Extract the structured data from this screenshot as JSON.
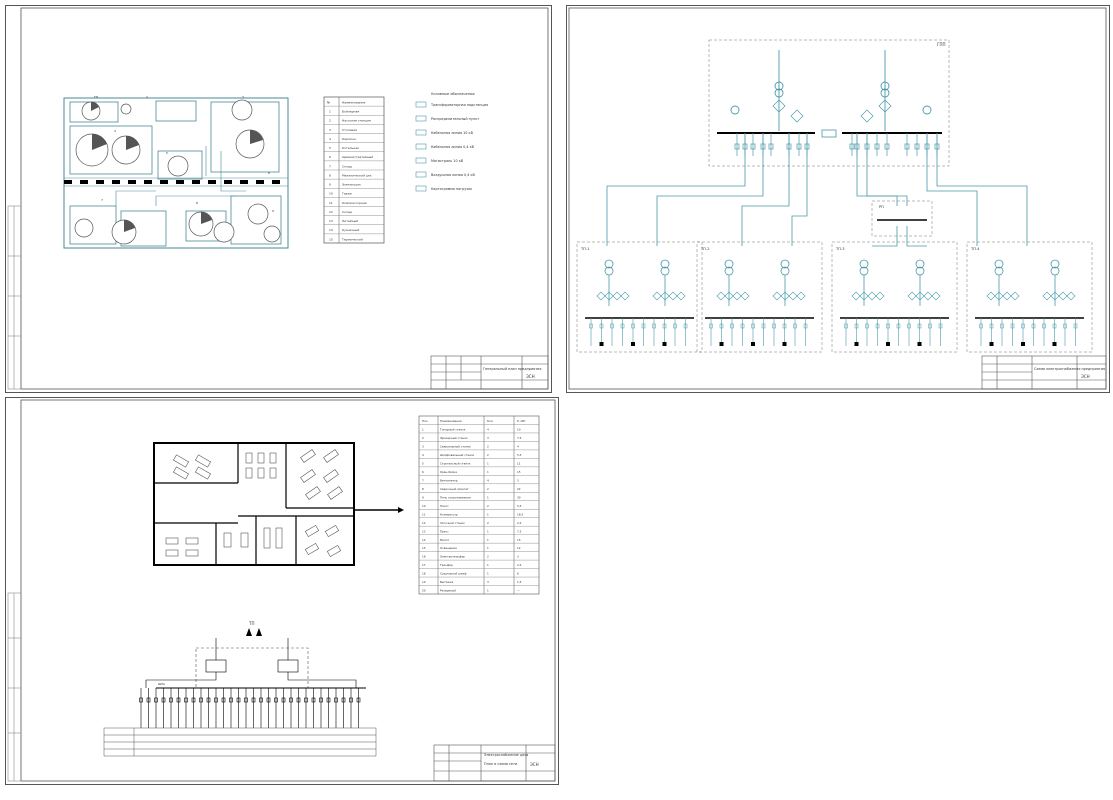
{
  "sheet1": {
    "plan": {
      "labels": [
        "ТП",
        "2",
        "3",
        "4",
        "5",
        "6",
        "7",
        "8",
        "9",
        "10",
        "11",
        "12",
        "13",
        "14",
        "15"
      ]
    },
    "explication": {
      "header": [
        "№",
        "Наименование"
      ],
      "rows": [
        [
          "1",
          "Бойлерная"
        ],
        [
          "2",
          "Насосная станция"
        ],
        [
          "3",
          "Столовая"
        ],
        [
          "4",
          "Кирпичн."
        ],
        [
          "5",
          "Котельная"
        ],
        [
          "6",
          "Административный"
        ],
        [
          "7",
          "Склад"
        ],
        [
          "8",
          "Механический цех"
        ],
        [
          "9",
          "Электроцех"
        ],
        [
          "10",
          "Гараж"
        ],
        [
          "11",
          "Компрессорная"
        ],
        [
          "12",
          "Склад"
        ],
        [
          "13",
          "Литейный"
        ],
        [
          "14",
          "Кузнечный"
        ],
        [
          "15",
          "Термический"
        ]
      ]
    },
    "legend": {
      "title": "Условные обозначения",
      "items": [
        "Трансформаторная подстанция",
        "Распределительный пункт",
        "Кабельная линия 10 кВ",
        "Кабельная линия 0,4 кВ",
        "Магистраль 10 кВ",
        "Воздушная линия 0,4 кВ",
        "Картограмма нагрузок"
      ]
    },
    "stamp": {
      "title": "Генеральный план предприятия",
      "code": "ЭСН"
    }
  },
  "sheet2": {
    "title": "Однолинейная схема электроснабжения",
    "sections": [
      "ТП-1",
      "ТП-2",
      "ТП-3",
      "ТП-4"
    ],
    "main": "ГПП",
    "rp": "РП",
    "stamp": {
      "title": "Схема электроснабжения предприятия",
      "code": "ЭСН"
    }
  },
  "sheet3": {
    "spec": {
      "header": [
        "Поз.",
        "Наименование",
        "Кол.",
        "Р, кВт"
      ],
      "rows": [
        [
          "1",
          "Токарный станок",
          "4",
          "10"
        ],
        [
          "2",
          "Фрезерный станок",
          "3",
          "7,5"
        ],
        [
          "3",
          "Сверлильный станок",
          "2",
          "4"
        ],
        [
          "4",
          "Шлифовальный станок",
          "2",
          "5,5"
        ],
        [
          "5",
          "Строгальный станок",
          "1",
          "11"
        ],
        [
          "6",
          "Кран-балка",
          "1",
          "15"
        ],
        [
          "7",
          "Вентилятор",
          "4",
          "3"
        ],
        [
          "8",
          "Сварочный агрегат",
          "2",
          "22"
        ],
        [
          "9",
          "Печь сопротивления",
          "1",
          "30"
        ],
        [
          "10",
          "Насос",
          "2",
          "5,5"
        ],
        [
          "11",
          "Компрессор",
          "1",
          "18,5"
        ],
        [
          "12",
          "Заточной станок",
          "2",
          "2,2"
        ],
        [
          "13",
          "Пресс",
          "1",
          "7,5"
        ],
        [
          "14",
          "Молот",
          "1",
          "15"
        ],
        [
          "15",
          "Освещение",
          "1",
          "12"
        ],
        [
          "16",
          "Электротельфер",
          "2",
          "3"
        ],
        [
          "17",
          "Тельфер",
          "1",
          "2,2"
        ],
        [
          "18",
          "Сушильный шкаф",
          "1",
          "6"
        ],
        [
          "19",
          "Вытяжка",
          "3",
          "1,5"
        ],
        [
          "20",
          "Резервный",
          "1",
          "—"
        ]
      ]
    },
    "scheme_label": "ШРА",
    "tp_label": "ТП",
    "stamp": {
      "title": "Электроснабжение цеха",
      "sub": "План и схема сети",
      "code": "ЭСН"
    }
  }
}
